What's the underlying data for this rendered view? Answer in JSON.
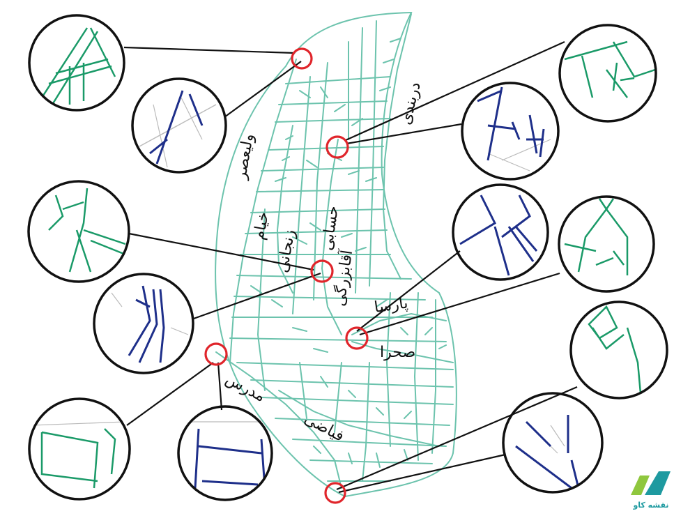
{
  "street_labels": {
    "valiasr": "ولیعصر",
    "khayyam": "خیام",
    "zanjani": "زنجانی",
    "hesabi": "حسابی",
    "aghazadeh": "آقابزرگی",
    "darband": "دربندی",
    "parsa": "پارسا",
    "sahra": "صحرا",
    "modarres": "مدرس",
    "fayazi": "فیاضی"
  },
  "logo": {
    "text": "نقشه کاو"
  },
  "colors": {
    "network_teal": "#6cc3ad",
    "detail_green": "#1a9a68",
    "detail_navy": "#1e2f8a",
    "marker_red": "#e0252b",
    "circle_black": "#111111",
    "logo_green": "#8fc73e",
    "logo_teal": "#1e9aa0"
  },
  "markers": [
    {
      "name": "valiasr-north",
      "detail_styles": [
        "green",
        "navy"
      ]
    },
    {
      "name": "darband",
      "detail_styles": [
        "green",
        "navy"
      ]
    },
    {
      "name": "khayyam-hesabi",
      "detail_styles": [
        "green",
        "navy"
      ]
    },
    {
      "name": "parsa",
      "detail_styles": [
        "navy",
        "green"
      ]
    },
    {
      "name": "modarres",
      "detail_styles": [
        "green",
        "navy"
      ]
    },
    {
      "name": "fayazi-south",
      "detail_styles": [
        "green",
        "navy"
      ]
    }
  ]
}
